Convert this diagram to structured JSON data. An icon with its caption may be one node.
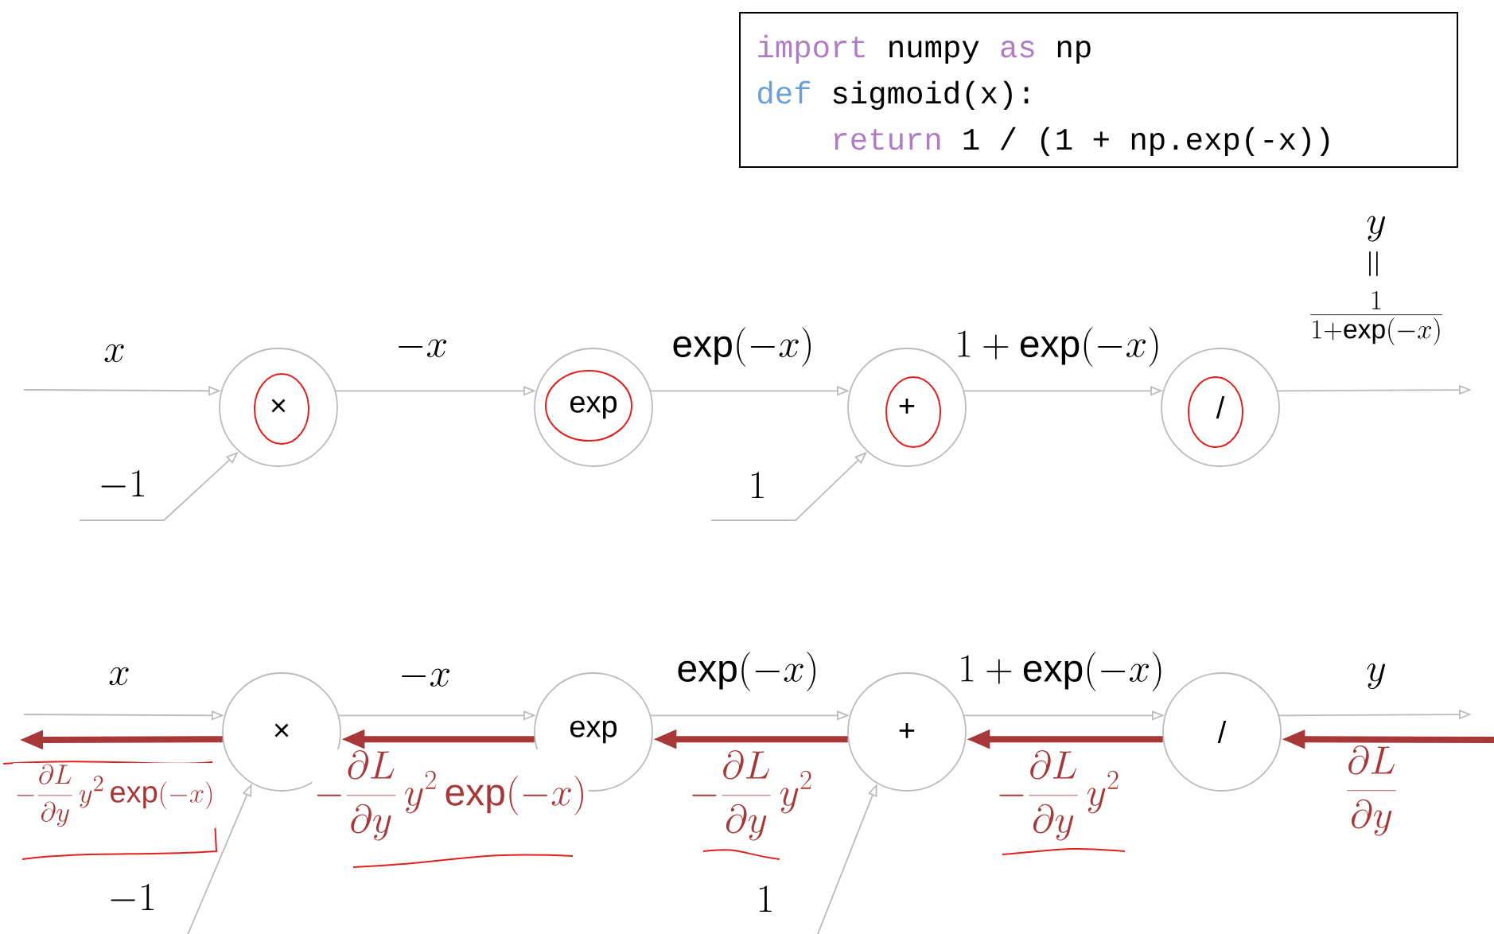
{
  "diagram": {
    "nodes": [
      {
        "text": [
          "import",
          "numpy",
          "as",
          "np",
          "def",
          "sigmoid(x):",
          "return",
          "1 / (1 + np.exp(-x))"
        ]
      },
      {
        "text": [
          "×"
        ]
      },
      {
        "text": [
          "exp"
        ]
      },
      {
        "text": [
          "+"
        ]
      },
      {
        "text": [
          "/"
        ]
      },
      {
        "text": [
          "×"
        ]
      },
      {
        "text": [
          "exp"
        ]
      },
      {
        "text": [
          "+"
        ]
      },
      {
        "text": [
          "/"
        ]
      }
    ],
    "edges": [
      {
        "from": null,
        "to": 1,
        "arrow": "to",
        "label": "x"
      },
      {
        "from": null,
        "to": 1,
        "arrow": "to",
        "label": "\\mathbf{-}1"
      },
      {
        "from": 1,
        "to": 2,
        "arrow": "to",
        "label": "-x"
      },
      {
        "from": 2,
        "to": 3,
        "arrow": "to",
        "label": "\\exp(-x)"
      },
      {
        "from": null,
        "to": 3,
        "arrow": "to",
        "label": "1"
      },
      {
        "from": 3,
        "to": 4,
        "arrow": "to",
        "label": "1+\\exp(-x)"
      },
      {
        "from": 4,
        "to": null,
        "arrow": "to",
        "label": "\\begin{array}{c} y \\\\ \\rotatebox{90}{$=$} \\\\ \\frac{1}{1+\\exp(-x)} \\end{array}"
      },
      {
        "from": null,
        "to": 5,
        "arrow": "to",
        "label": "x"
      },
      {
        "from": null,
        "to": 5,
        "arrow": "to",
        "label": "-1"
      },
      {
        "from": 5,
        "to": 6,
        "arrow": "to",
        "label": "-x"
      },
      {
        "from": 6,
        "to": 7,
        "arrow": "to",
        "label": "\\exp(-x)"
      },
      {
        "from": null,
        "to": 7,
        "arrow": "to",
        "label": "1"
      },
      {
        "from": 7,
        "to": 8,
        "arrow": "to",
        "label": "1+\\exp(-x)"
      },
      {
        "from": 8,
        "to": null,
        "arrow": "to",
        "label": "y"
      },
      {
        "from": null,
        "to": 8,
        "arrow": "to",
        "label": "\\frac{\\partial L}{\\partial y}",
        "style": "thick",
        "color": "#a83838"
      },
      {
        "from": 8,
        "to": 7,
        "arrow": "to",
        "label": "-\\frac{\\partial L}{\\partial y}\\, y^{2}",
        "style": "thick",
        "color": "#a83838"
      },
      {
        "from": 7,
        "to": 6,
        "arrow": "to",
        "label": "-\\frac{\\partial L}{\\partial y}\\, y^{2}",
        "style": "thick",
        "color": "#a83838"
      },
      {
        "from": 6,
        "to": 5,
        "arrow": "to",
        "label": "-\\frac{\\partial L}{\\partial y}\\, y^{2}\\exp(-x)",
        "style": "thick",
        "color": "#a83838"
      },
      {
        "from": 5,
        "to": null,
        "arrow": "to",
        "label": "-\\frac{\\partial L}{\\partial y}\\, y^{2}\\exp(-x)",
        "style": "thick",
        "color": "#a83838"
      }
    ]
  }
}
